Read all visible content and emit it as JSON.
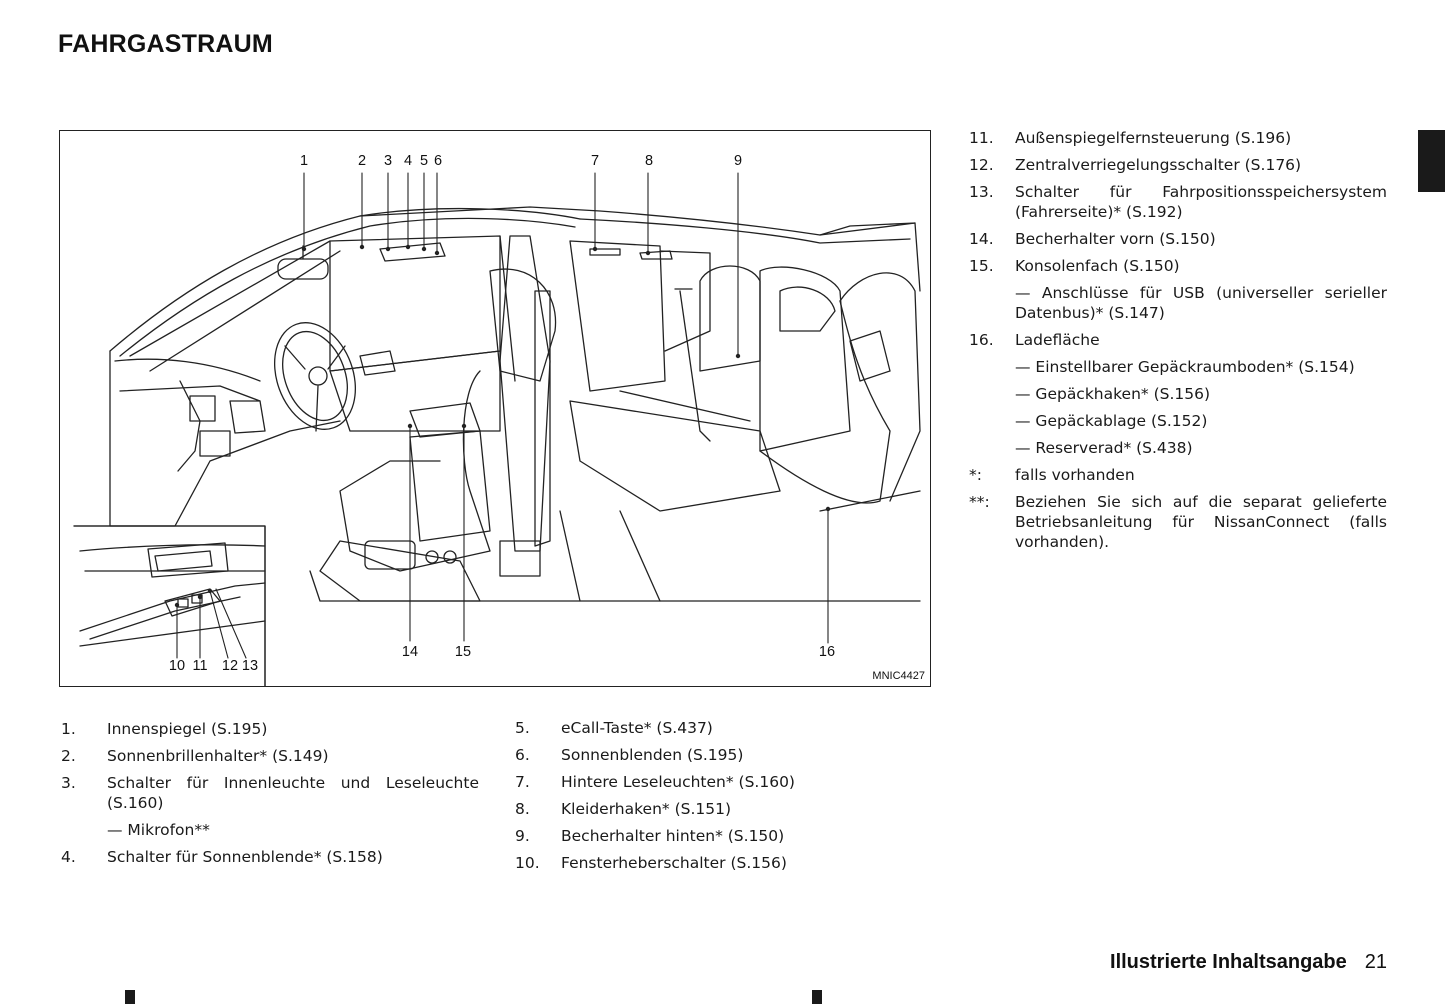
{
  "page": {
    "title": "FAHRGASTRAUM",
    "section": "Illustrierte Inhaltsangabe",
    "page_number": "21"
  },
  "figure": {
    "code": "MNIC4427",
    "callouts": [
      "1",
      "2",
      "3",
      "4",
      "5",
      "6",
      "7",
      "8",
      "9",
      "10",
      "11",
      "12",
      "13",
      "14",
      "15",
      "16"
    ]
  },
  "list_left": [
    {
      "n": "1.",
      "t": "Innenspiegel (S.195)"
    },
    {
      "n": "2.",
      "t": "Sonnenbrillenhalter* (S.149)"
    },
    {
      "n": "3.",
      "t": "Schalter für Innenleuchte und Leseleuchte (S.160)",
      "sub": "— Mikrofon**"
    },
    {
      "n": "4.",
      "t": "Schalter für Sonnenblende* (S.158)"
    }
  ],
  "list_mid": [
    {
      "n": "5.",
      "t": "eCall-Taste* (S.437)"
    },
    {
      "n": "6.",
      "t": "Sonnenblenden (S.195)"
    },
    {
      "n": "7.",
      "t": "Hintere Leseleuchten* (S.160)"
    },
    {
      "n": "8.",
      "t": "Kleiderhaken* (S.151)"
    },
    {
      "n": "9.",
      "t": "Becherhalter hinten* (S.150)"
    },
    {
      "n": "10.",
      "t": "Fensterheberschalter (S.156)"
    }
  ],
  "list_right": [
    {
      "n": "11.",
      "t": "Außenspiegelfernsteuerung (S.196)"
    },
    {
      "n": "12.",
      "t": "Zentralverriegelungsschalter (S.176)"
    },
    {
      "n": "13.",
      "t": "Schalter für Fahrpositionsspeichersystem (Fahrerseite)* (S.192)"
    },
    {
      "n": "14.",
      "t": "Becherhalter vorn (S.150)"
    },
    {
      "n": "15.",
      "t": "Konsolenfach (S.150)",
      "sub": "— Anschlüsse für USB (universeller serieller Datenbus)* (S.147)"
    },
    {
      "n": "16.",
      "t": "Ladefläche",
      "subs": [
        "— Einstellbarer Gepäckraumboden* (S.154)",
        "— Gepäckhaken* (S.156)",
        "— Gepäckablage (S.152)",
        "— Reserverad* (S.438)"
      ]
    },
    {
      "n": "*:",
      "t": "falls vorhanden"
    },
    {
      "n": "**:",
      "t": "Beziehen Sie sich auf die separat gelieferte Betriebsanleitung für NissanConnect (falls vorhanden)."
    }
  ]
}
